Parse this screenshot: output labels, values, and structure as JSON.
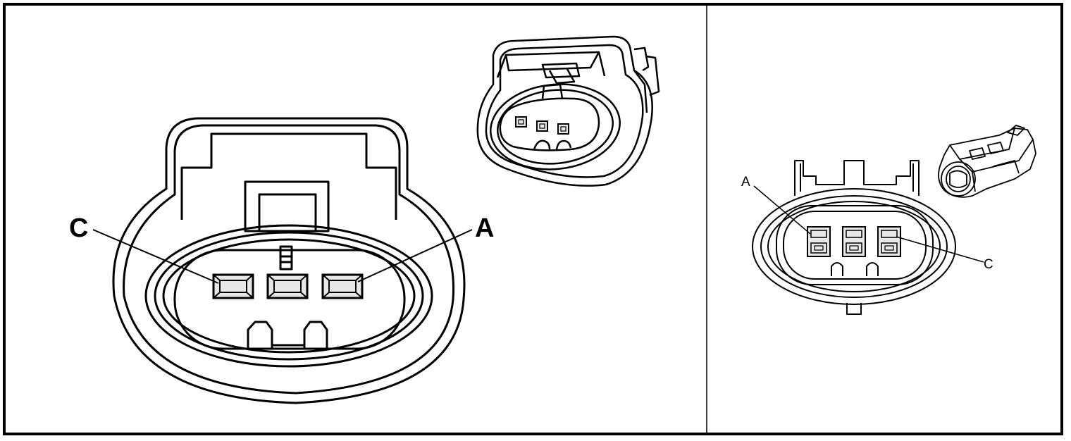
{
  "colors": {
    "stroke": "#000000",
    "background": "#ffffff",
    "terminal_fill": "#e8e8e8"
  },
  "left_panel": {
    "pin_labels": {
      "left": "C",
      "right": "A"
    },
    "terminal_count": 3
  },
  "right_panel": {
    "pin_labels": {
      "top_left": "A",
      "bottom_right": "C"
    },
    "terminal_count": 3
  }
}
